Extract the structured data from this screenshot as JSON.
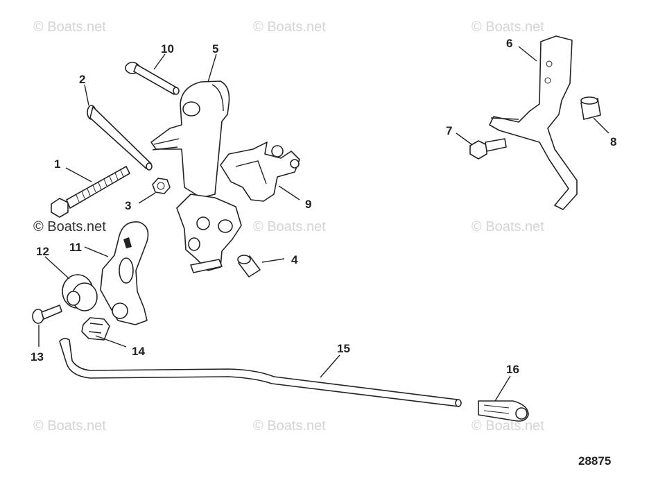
{
  "watermarks": [
    "© Boats.net",
    "© Boats.net",
    "© Boats.net",
    "© Boats.net",
    "© Boats.net",
    "© Boats.net",
    "© Boats.net",
    "© Boats.net",
    "© Boats.net"
  ],
  "callouts": [
    "1",
    "2",
    "3",
    "4",
    "5",
    "6",
    "7",
    "8",
    "9",
    "10",
    "11",
    "12",
    "13",
    "14",
    "15",
    "16"
  ],
  "reference_number": "28875"
}
